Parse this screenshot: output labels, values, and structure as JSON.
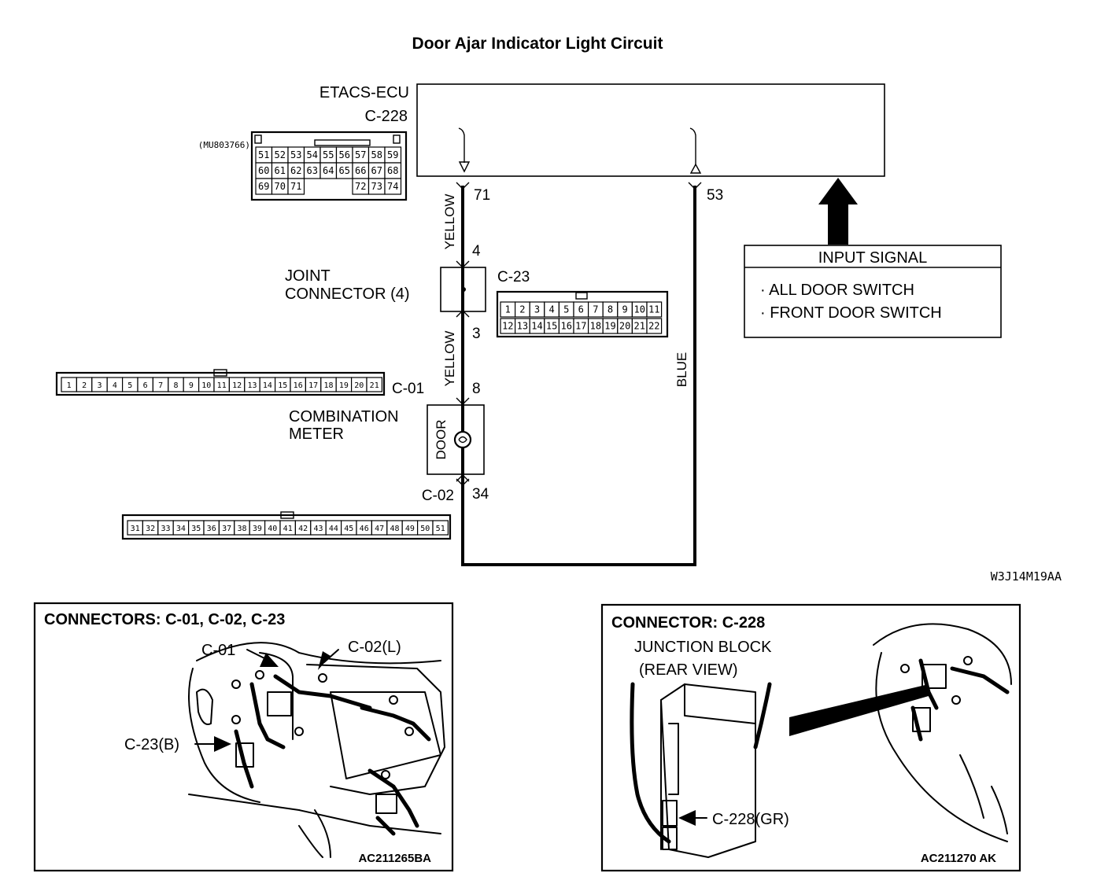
{
  "title": "Door Ajar Indicator Light Circuit",
  "ecu": {
    "name": "ETACS-ECU",
    "connector": "C-228",
    "part_number": "(MU803766)",
    "pin_rows": [
      [
        "51",
        "52",
        "53",
        "54",
        "55",
        "56",
        "57",
        "58",
        "59"
      ],
      [
        "60",
        "61",
        "62",
        "63",
        "64",
        "65",
        "66",
        "67",
        "68"
      ],
      [
        "69",
        "70",
        "71",
        "",
        "",
        "",
        "72",
        "73",
        "74"
      ]
    ]
  },
  "wires": {
    "yellow_label_1": "YELLOW",
    "yellow_label_2": "YELLOW",
    "blue_label": "BLUE"
  },
  "pins": {
    "ecu_71": "71",
    "ecu_53": "53",
    "joint_in": "4",
    "joint_out": "3",
    "meter_in": "8",
    "meter_out": "34"
  },
  "joint_connector": {
    "label_line1": "JOINT",
    "label_line2": "CONNECTOR (4)",
    "connector": "C-23",
    "pins_row1": [
      "1",
      "2",
      "3",
      "4",
      "5",
      "6",
      "7",
      "8",
      "9",
      "10",
      "11"
    ],
    "pins_row2": [
      "12",
      "13",
      "14",
      "15",
      "16",
      "17",
      "18",
      "19",
      "20",
      "21",
      "22"
    ]
  },
  "combination_meter": {
    "label_line1": "COMBINATION",
    "label_line2": "METER",
    "lamp_label": "DOOR",
    "connector_top": "C-01",
    "connector_bottom": "C-02",
    "c01_pins": [
      "1",
      "2",
      "3",
      "4",
      "5",
      "6",
      "7",
      "8",
      "9",
      "10",
      "11",
      "12",
      "13",
      "14",
      "15",
      "16",
      "17",
      "18",
      "19",
      "20",
      "21"
    ],
    "c02_pins": [
      "31",
      "32",
      "33",
      "34",
      "35",
      "36",
      "37",
      "38",
      "39",
      "40",
      "41",
      "42",
      "43",
      "44",
      "45",
      "46",
      "47",
      "48",
      "49",
      "50",
      "51"
    ]
  },
  "input_signal": {
    "header": "INPUT SIGNAL",
    "items": [
      "· ALL DOOR SWITCH",
      "· FRONT DOOR SWITCH"
    ]
  },
  "figure_code": "W3J14M19AA",
  "inset_left": {
    "title": "CONNECTORS: C-01, C-02, C-23",
    "label_c01": "C-01",
    "label_c02": "C-02(L)",
    "label_c23": "C-23(B)",
    "code": "AC211265BA"
  },
  "inset_right": {
    "title": "CONNECTOR: C-228",
    "sub_line1": "JUNCTION BLOCK",
    "sub_line2": "(REAR VIEW)",
    "label_c228": "C-228(GR)",
    "code": "AC211270 AK"
  }
}
